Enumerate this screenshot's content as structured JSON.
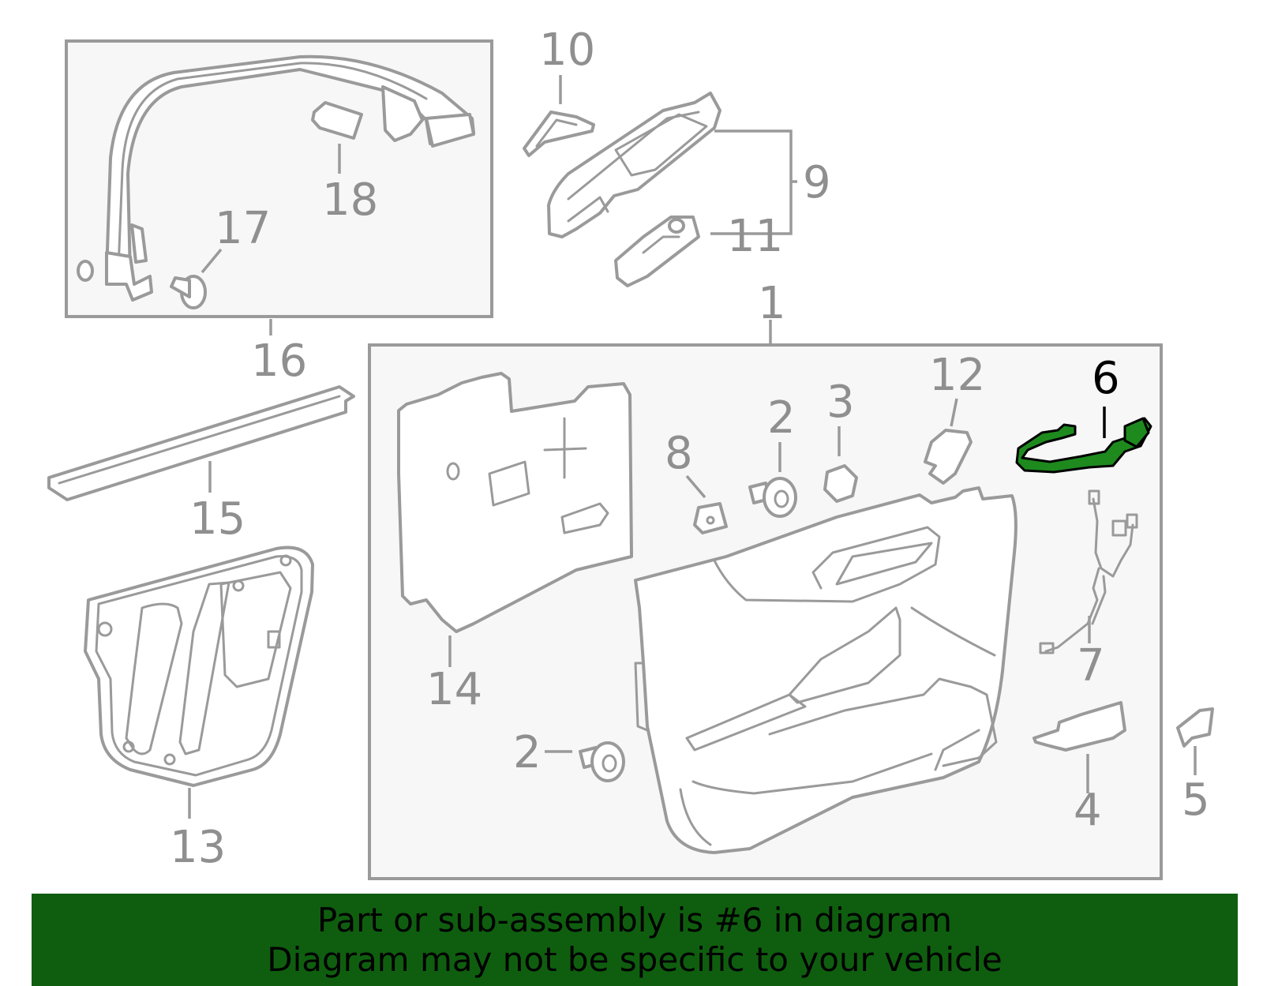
{
  "highlighted_part": "6",
  "banner": {
    "line1": "Part or sub-assembly is #6 in diagram",
    "line2": "Diagram may not be specific to your vehicle"
  },
  "colors": {
    "banner_background": "#0f5e0f",
    "highlight_part": "#1e8a1e",
    "linework": "#9a9a9a",
    "callout_text": "#8f8f8f",
    "highlight_callout_text": "#000000"
  },
  "callouts": {
    "c1": "1",
    "c2a": "2",
    "c2b": "2",
    "c3": "3",
    "c4": "4",
    "c5": "5",
    "c6": "6",
    "c7": "7",
    "c8": "8",
    "c9": "9",
    "c10": "10",
    "c11": "11",
    "c12": "12",
    "c13": "13",
    "c14": "14",
    "c15": "15",
    "c16": "16",
    "c17": "17",
    "c18": "18"
  }
}
